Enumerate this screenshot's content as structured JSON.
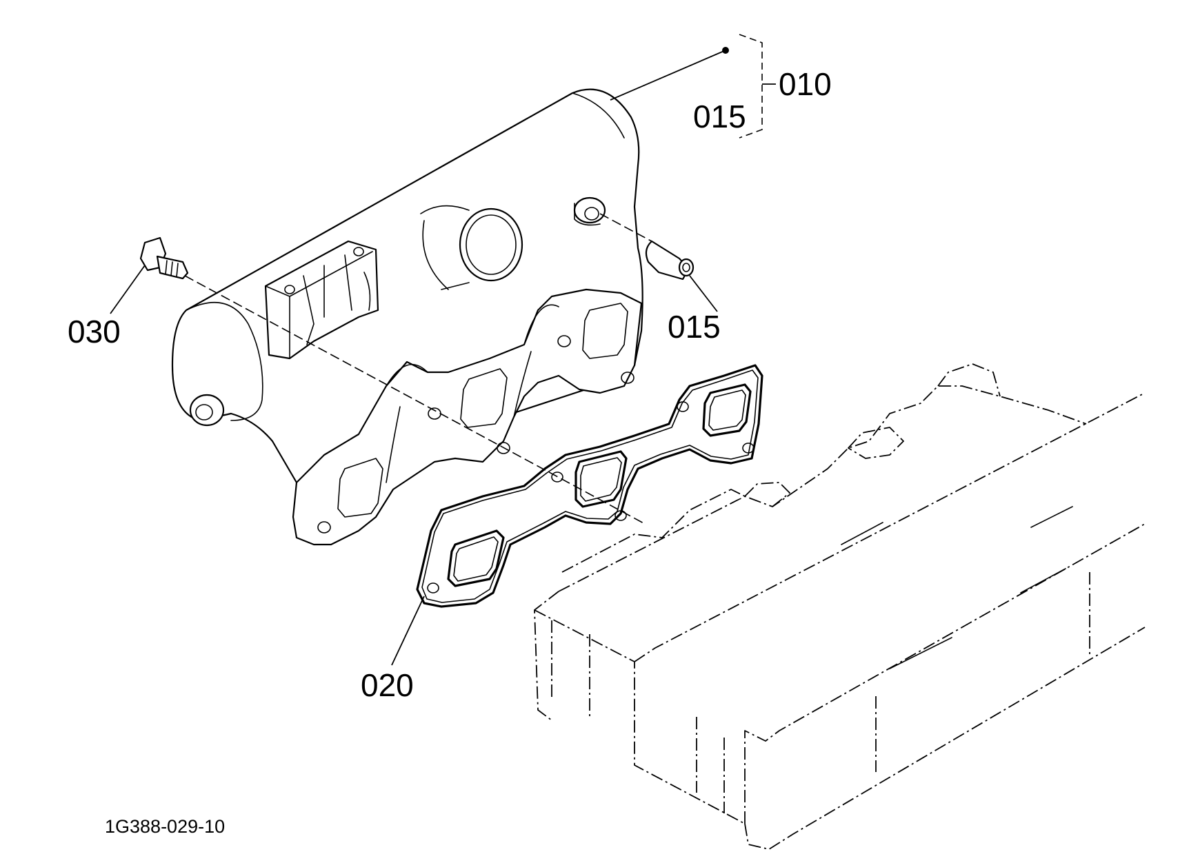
{
  "diagram": {
    "callouts": {
      "assembly": "010",
      "pipe_in_bracket": "015",
      "pipe": "015",
      "bolt": "030",
      "gasket": "020"
    },
    "drawing_number": "1G388-029-10"
  }
}
